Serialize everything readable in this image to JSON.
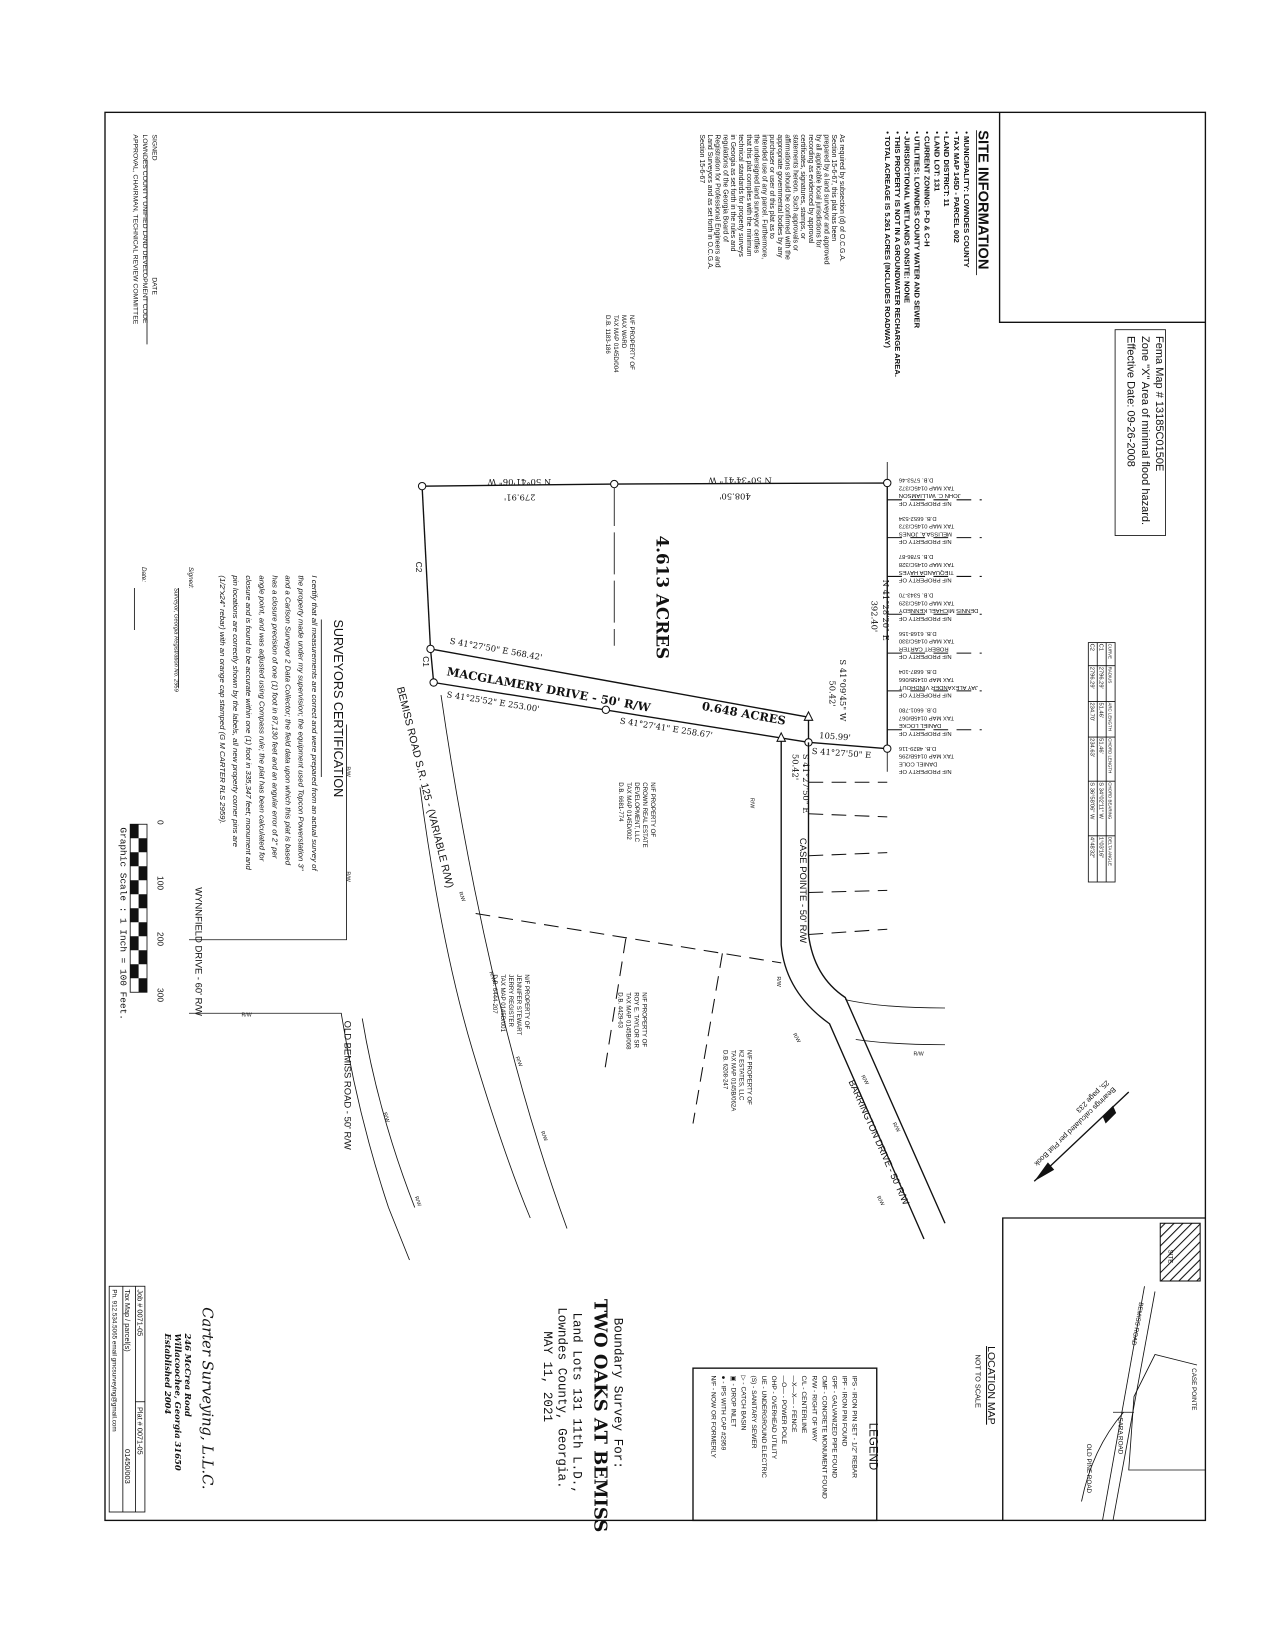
{
  "site_info": {
    "title": "SITE INFORMATION",
    "items": [
      "• MUNICIPALITY: LOWNDES COUNTY",
      "• TAX MAP 145D - PARCEL 002",
      "• LAND DISTRICT: 11",
      "• LAND LOT: 131",
      "• CURRENT ZONING: P-D & C-H",
      "• UTILITIES: LOWNDES COUNTY WATER AND SEWER",
      "• JURISDICTIONAL WETLANDS ONSITE: NONE",
      "• THIS PROPERTY IS NOT IN A GROUNDWATER RECHARGE AREA.",
      "• TOTAL ACREAGE IS 5.261 ACRES (INCLUDES ROADWAY)"
    ],
    "statement": [
      "As required by subsection (d) of O.C.G.A.",
      "Section 15-6-67, this plat has been",
      "prepared by a land surveyor and approved",
      "by all applicable local jurisdictions for",
      "recording as evidenced by approval",
      "certificates, signatures, stamps, or",
      "statements hereon. Such approvals or",
      "affirmations should be confirmed with the",
      "appropriate governmental bodies by any",
      "purchaser or user of this plat as to",
      "intended use of any parcel. Furthermore,",
      "the undersigned land surveyor certifies",
      "that this plat complies with the minimum",
      "technical standards for property surveys",
      "in Georgia as set forth in the rules and",
      "regulations of the Georgia Board of",
      "Registration for Professional Engineers and",
      "Land Surveyors and as set forth in O.C.G.A.",
      "Section 15-6-67"
    ]
  },
  "fema": [
    "Fema Map # 13185C0150E",
    "Zone \"X\"  Area of minimal flood hazard.",
    "Effective Date: 09-26-2008"
  ],
  "curve_table": {
    "headers": [
      "CURVE",
      "RADIUS",
      "ARC LENGTH",
      "CHORD LENGTH",
      "CHORD BEARING",
      "DELTA ANGLE"
    ],
    "rows": [
      [
        "C1",
        "2796.29'",
        "51.46'",
        "51.46'",
        "S 34°02'11\" W",
        "1°03'16\""
      ],
      [
        "C2",
        "2796.29'",
        "234.70'",
        "234.63'",
        "S 36°58'06\" W",
        "4°48'32\""
      ]
    ]
  },
  "adjacent_owners": [
    [
      "N/F PROPERTY OF",
      "JOHN C. WILLIAMSON",
      "TAX MAP 0145C/372",
      "D.B. 5753-46"
    ],
    [
      "N/F PROPERTY OF",
      "MELISSA A. JONES",
      "TAX MAP 0145C/373",
      "D.B. 6652-534"
    ],
    [
      "N/F PROPERTY OF",
      "TIEQUANDA HAYES",
      "TAX MAP 0145C/328",
      "D.B. 5786-87"
    ],
    [
      "N/F PROPERTY OF",
      "DENNIS MICHAEL KENNEDY",
      "TAX MAP 0145C/329",
      "D.B. 5343-70"
    ],
    [
      "N/F PROPERTY OF",
      "ROBERT CARTER",
      "TAX MAP 0145C/330",
      "D.B. 6168-156"
    ],
    [
      "N/F PROPERTY OF",
      "JAY ALEXANDER VINDHOUT",
      "TAX MAP 0145B/066",
      "D.B. 6687-104"
    ],
    [
      "N/F PROPERTY OF",
      "DANIEL LOCKE",
      "TAX MAP 0145B/067",
      "D.B. 6601-780"
    ],
    [
      "N/F PROPERTY OF",
      "DANIEL COLE",
      "TAX MAP 0145B/295",
      "D.B. 4829-116"
    ]
  ],
  "properties": {
    "max_ward": [
      "N/F PROPERTY OF",
      "MAX WARD",
      "TAX MAP 0145D/004",
      "D.B. 1183-186"
    ],
    "crown": [
      "N/F PROPERTY OF",
      "CROWN REAL ESTATE",
      "DEVELOPMENT, LLC",
      "TAX MAP 0145D/002",
      "D.B. 6681-774"
    ],
    "stewart": [
      "N/F PROPERTY OF",
      "JENNIFER STEWART",
      "JERRY REGISTER",
      "TAX MAP 0145D/001",
      "D.B. 6444-207"
    ],
    "taylor": [
      "N/F PROPERTY OF",
      "ROY E. TAYLOR SR",
      "TAX MAP 0145B/068",
      "D.B. 4429-63"
    ],
    "k2": [
      "N/F PROPERTY OF",
      "K2 ESTATES, LLC",
      "TAX MAP 0145B/062A",
      "D.B. 6208-247"
    ]
  },
  "plat": {
    "acres_main": "4.613 ACRES",
    "acres_road": "0.648 ACRES",
    "drive_name": "MACGLAMERY DRIVE - 50' R/W",
    "north_bearing_1": "N 50°34'41\" W",
    "north_dist_1": "408.50'",
    "north_bearing_2": "N 50°41'06\" W",
    "north_dist_2": "279.91'",
    "east_bearing": "N 41°28'20\" E",
    "east_dist": "392.40'",
    "drive_north": "S 41°27'50\" E   568.42'",
    "drive_south_1": "S 41°25'52\" E   253.00'",
    "drive_south_2": "S 41°27'41\" E   258.67'",
    "east_tail_dist": "105.99'",
    "east_tail_bearing": "S 41°27'50\" E",
    "tie_a_bearing": "S 41°09'45\" W",
    "tie_a_dist": "50.42'",
    "tie_b_bearing": "S 41°27'50\" E",
    "tie_b_dist": "50.42'",
    "c1": "C1",
    "c2": "C2",
    "rw": "R/W"
  },
  "roads": {
    "case_pointe": "CASE POINTE - 50' R/W",
    "barrington": "BARRINGTON DRIVE - 50' R/W",
    "bemiss": "BEMISS ROAD S.R. 125 - (VARIABLE R/W)",
    "old_bemiss": "OLD BEMISS ROAD - 50' R/W",
    "wynnfield": "WYNNFIELD DRIVE - 60' R/W"
  },
  "bearing_note": [
    "Bearings calculated per Plat Book",
    "25, page 233"
  ],
  "location_map": {
    "title": "LOCATION MAP",
    "subtitle": "NOT TO SCALE",
    "labels": {
      "site": "SITE",
      "case_pointe": "CASE POINTE",
      "bemiss": "BEMISS ROAD",
      "sara": "SARA ROAD",
      "old_pine": "OLD PINE ROAD"
    }
  },
  "legend": {
    "title": "LEGEND",
    "items": [
      "IPS  - IRON PIN SET - 1/2\" REBAR",
      "IPF  - IRON PIN FOUND",
      "GPF  - GALVANIZED PIPE FOUND",
      "CMF  - CONCRETE MONUMENT FOUND",
      "R/W     - RIGHT OF WAY",
      "C/L      - CENTERLINE",
      "—X—X—   - FENCE",
      "—O—     - POWER POLE",
      "OHP     - OVERHEAD UTILITY",
      "UE       - UNDERGROUND ELECTRIC",
      "(S)      - SANITARY SEWER",
      "▷       - CATCH BASIN",
      "▣       - DROP INLET",
      "●       - IPS WITH CAP #2959",
      "N/F     - NOW OR FORMERLY"
    ]
  },
  "title_block": {
    "line1": "Boundary Survey For:",
    "line2": "TWO OAKS AT BEMISS",
    "line3": "Land Lots 131 11th L.D.,",
    "line4": "Lowndes County, Georgia.",
    "line5": "MAY 11, 2021"
  },
  "company": {
    "name": "Carter Surveying, L.L.C.",
    "address": [
      "246 McCrea Road",
      "Willacoochee, Georgia 31650",
      "Established 2004"
    ],
    "job_label": "Job #  0071-05",
    "plat_label": "Plat #  0071-05",
    "tax_map_label": "Tax Map / parcel(s)",
    "tax_map_value": "01450/003",
    "contact": "Ph. 912.534.5065  email gmcsurveying@gmail.com"
  },
  "certification": {
    "title": "SURVEYORS CERTIFICATION",
    "text": [
      "I certify that all measurements are correct and were prepared from an actual survey of",
      "the property made under my supervision; the equipment used Topcon Powerstation 3\"",
      "and a Carlson Surveyor 2 Data Collector; the field data upon which this plat is based",
      "has a closure precision of one (1) foot in 87,130 feet and an angular error of 2\" per",
      "angle point, and was adjusted using Compass rule; the plat has  been calculated for",
      "closure and is found to be accurate within one (1) foot in 335,347 feet; monument and",
      "pin locations are correctly shown by the labels, all new property corner pins are",
      "(1/2\"x24\" rebar) with an orange cap stamped (G M CARTER RLS 2959)."
    ],
    "signed_label": "Signed:",
    "surveyor_caption": "Surveyor, Georgia Registration No. 2959",
    "date_label": "Date:"
  },
  "approval": {
    "signed": "SIGNED",
    "date": "DATE",
    "line1": "LOWNDES COUNTY UNIFIED LAND DEVELOPMENT CODE",
    "line2": "APPROVAL, CHAIRMAN, TECHNICAL REVIEW COMMITTEE"
  },
  "scale": {
    "ticks": [
      "0",
      "100",
      "200",
      "300"
    ],
    "caption": "Graphic Scale : 1 Inch = 100 Feet."
  }
}
